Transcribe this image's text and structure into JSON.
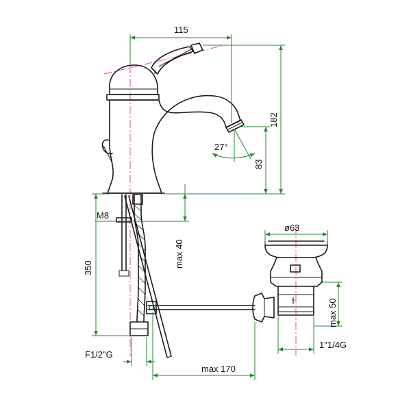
{
  "dimensions": {
    "top_width": "115",
    "height_total": "182",
    "spout_height": "83",
    "spout_angle": "27°",
    "thread_m": "M8",
    "tube_length": "350",
    "depth_max": "max 40",
    "drain_diameter": "ø63",
    "drain_height": "max 50",
    "drain_thread": "1\"1/4G",
    "inlet_thread": "F1/2\"G",
    "rod_length": "max 170"
  },
  "colors": {
    "outline": "#1a1a1a",
    "dimension_line": "#1f8a2e",
    "center_axis": "#e23a9a"
  }
}
